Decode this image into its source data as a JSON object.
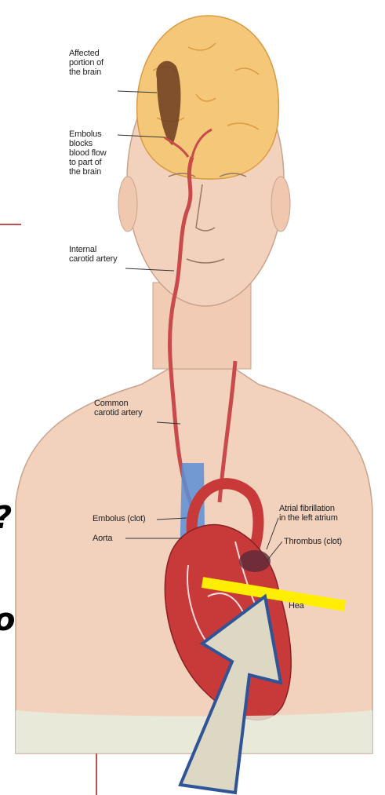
{
  "labels": {
    "affected_brain": "Affected\nportion of\nthe brain",
    "embolus_blocks": "Embolus\nblocks\nblood flow\nto part of\nthe brain",
    "internal_carotid": "Internal\ncarotid artery",
    "common_carotid": "Common\ncarotid artery",
    "atrial_fibrillation": "Atrial fibrillation\nin the left atrium",
    "embolus_clot": "Embolus (clot)",
    "aorta": "Aorta",
    "thrombus": "Thrombus (clot)",
    "heart_partial": "Hea"
  },
  "side_glyphs": {
    "question_mark": "?",
    "letter_o": "o"
  },
  "colors": {
    "skin": "#f3d2bd",
    "skin_outline": "#c9a28c",
    "brain": "#f5c778",
    "brain_damage": "#6b3b1f",
    "artery": "#c94a4a",
    "heart": "#c8393a",
    "vein": "#5b8fd6",
    "highlight_bar": "#ffee00",
    "arrow_fill": "#ddd8c4",
    "arrow_stroke": "#2f5597",
    "accent_line": "#c0504d"
  }
}
